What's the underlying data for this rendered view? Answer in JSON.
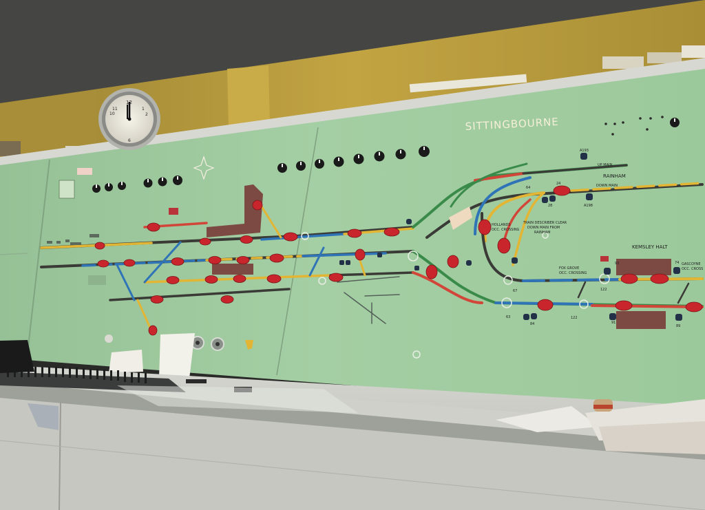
{
  "panel": {
    "station_name": "SITTINGBOURNE",
    "labels": {
      "up_main": "UP MAIN",
      "rainham": "RAINHAM",
      "down_main": "DOWN MAIN",
      "kemsley_halt": "KEMSLEY HALT",
      "fox_grove": "FOX GROVE",
      "occ_crossing": "OCC. CROSSING",
      "gascoyne": "GASCOYNE",
      "occ_cross": "OCC. CROSS",
      "hollands": "HOLLANDS",
      "hollands_crossing": "OCC. CROSSING",
      "train_describer_1": "TRAIN DESCRIBER CLEAR",
      "train_describer_2": "DOWN MAIN FROM",
      "train_describer_3": "RAINHAM",
      "a193": "A193",
      "a198": "A198",
      "num_64": "64",
      "num_67": "67",
      "num_63": "63",
      "num_122a": "122",
      "num_122b": "122",
      "num_74": "74",
      "num_89": "89",
      "num_84": "84",
      "num_93": "93",
      "num_91": "91",
      "num_28": "28",
      "num_24": "24"
    }
  },
  "clock": {
    "hour_hand_angle": 0,
    "minute_hand_angle": 0
  },
  "colors": {
    "wall": "#b89a3c",
    "ceiling": "#3a3a38",
    "panel": "#a7cfa5",
    "switch_red": "#c8262c",
    "track_dark": "#3a3a36",
    "track_yellow": "#e2b634",
    "track_blue": "#2f74b6",
    "track_red": "#d2463a",
    "track_green": "#3a8a4a"
  }
}
